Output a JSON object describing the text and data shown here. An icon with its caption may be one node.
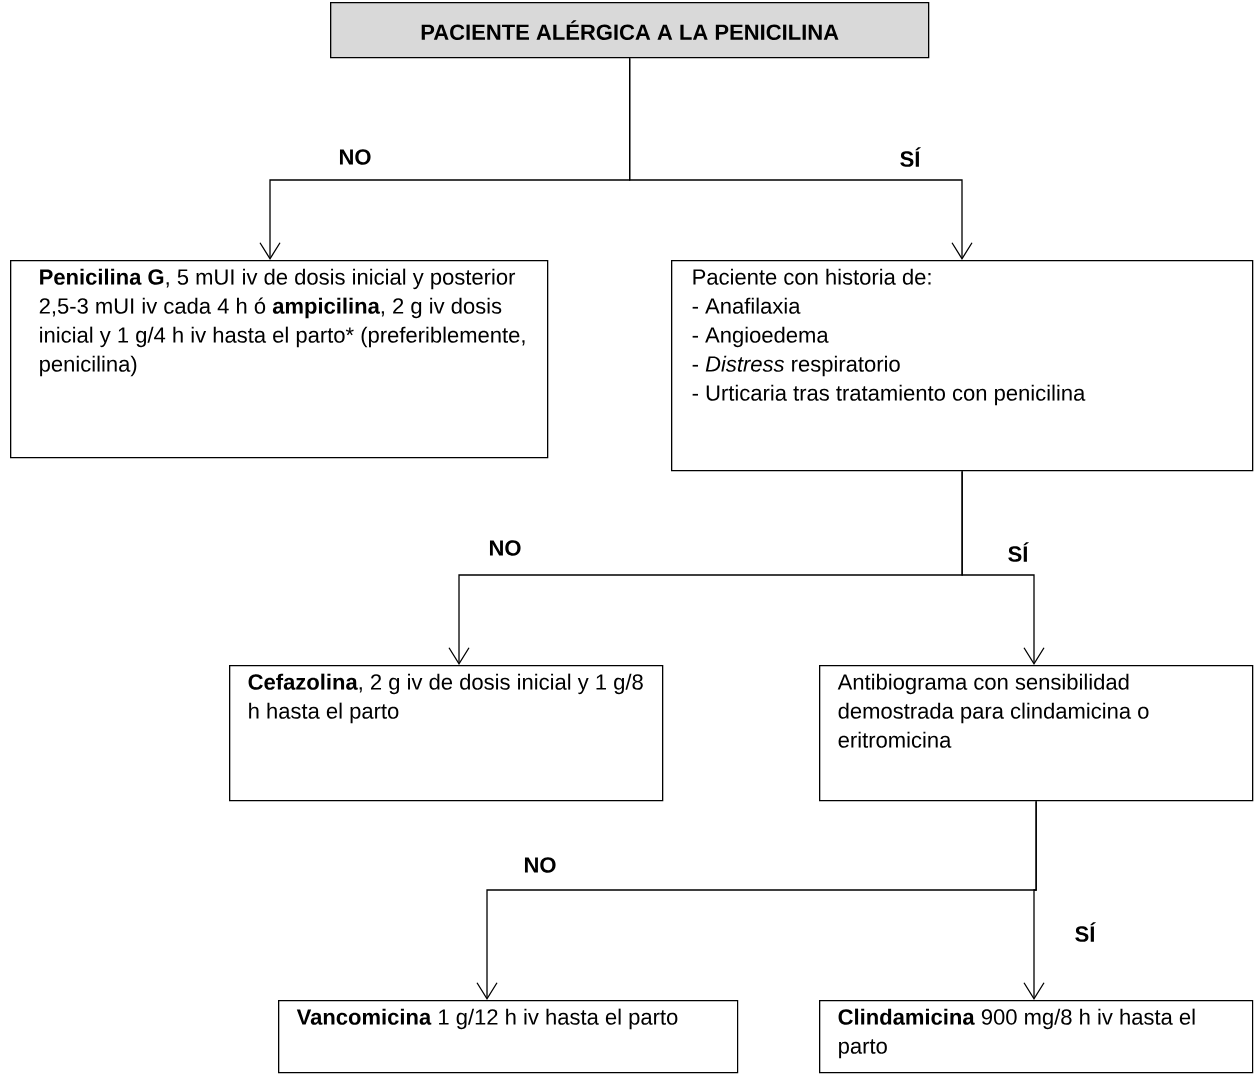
{
  "diagram": {
    "nodes": [
      {
        "text": [
          "PACIENTE ALÉRGICA A LA PENICILINA"
        ]
      },
      {
        "text": [
          "**Penicilina G**, 5 mUI iv de dosis inicial y posterior 2,5-3 mUI iv cada 4 h ó **ampicilina**, 2 g iv dosis inicial y 1 g/4 h iv hasta el parto* (preferiblemente, penicilina)"
        ]
      },
      {
        "text": [
          "Paciente con historia de:",
          "- Anafilaxia",
          "- Angioedema",
          "- *Distress* respiratorio",
          "- Urticaria tras tratamiento con penicilina"
        ]
      },
      {
        "text": [
          "**Cefazolina**, 2 g iv de dosis inicial y 1 g/8 h hasta el parto"
        ]
      },
      {
        "text": [
          "Antibiograma con sensibilidad demostrada para clindamicina o eritromicina"
        ]
      },
      {
        "text": [
          "**Vancomicina** 1 g/12 h iv hasta el parto"
        ]
      },
      {
        "text": [
          "**Clindamicina** 900 mg/8 h iv hasta el parto"
        ]
      }
    ],
    "edges": [
      {
        "from": 0,
        "to": 1,
        "arrow": "to",
        "label": "NO"
      },
      {
        "from": 0,
        "to": 2,
        "arrow": "to",
        "label": "SÍ"
      },
      {
        "from": 2,
        "to": 3,
        "arrow": "to",
        "label": "NO"
      },
      {
        "from": 2,
        "to": 4,
        "arrow": "to",
        "label": "SÍ"
      },
      {
        "from": 4,
        "to": 5,
        "arrow": "to",
        "label": "NO"
      },
      {
        "from": 4,
        "to": 6,
        "arrow": "to",
        "label": "SÍ"
      }
    ]
  }
}
